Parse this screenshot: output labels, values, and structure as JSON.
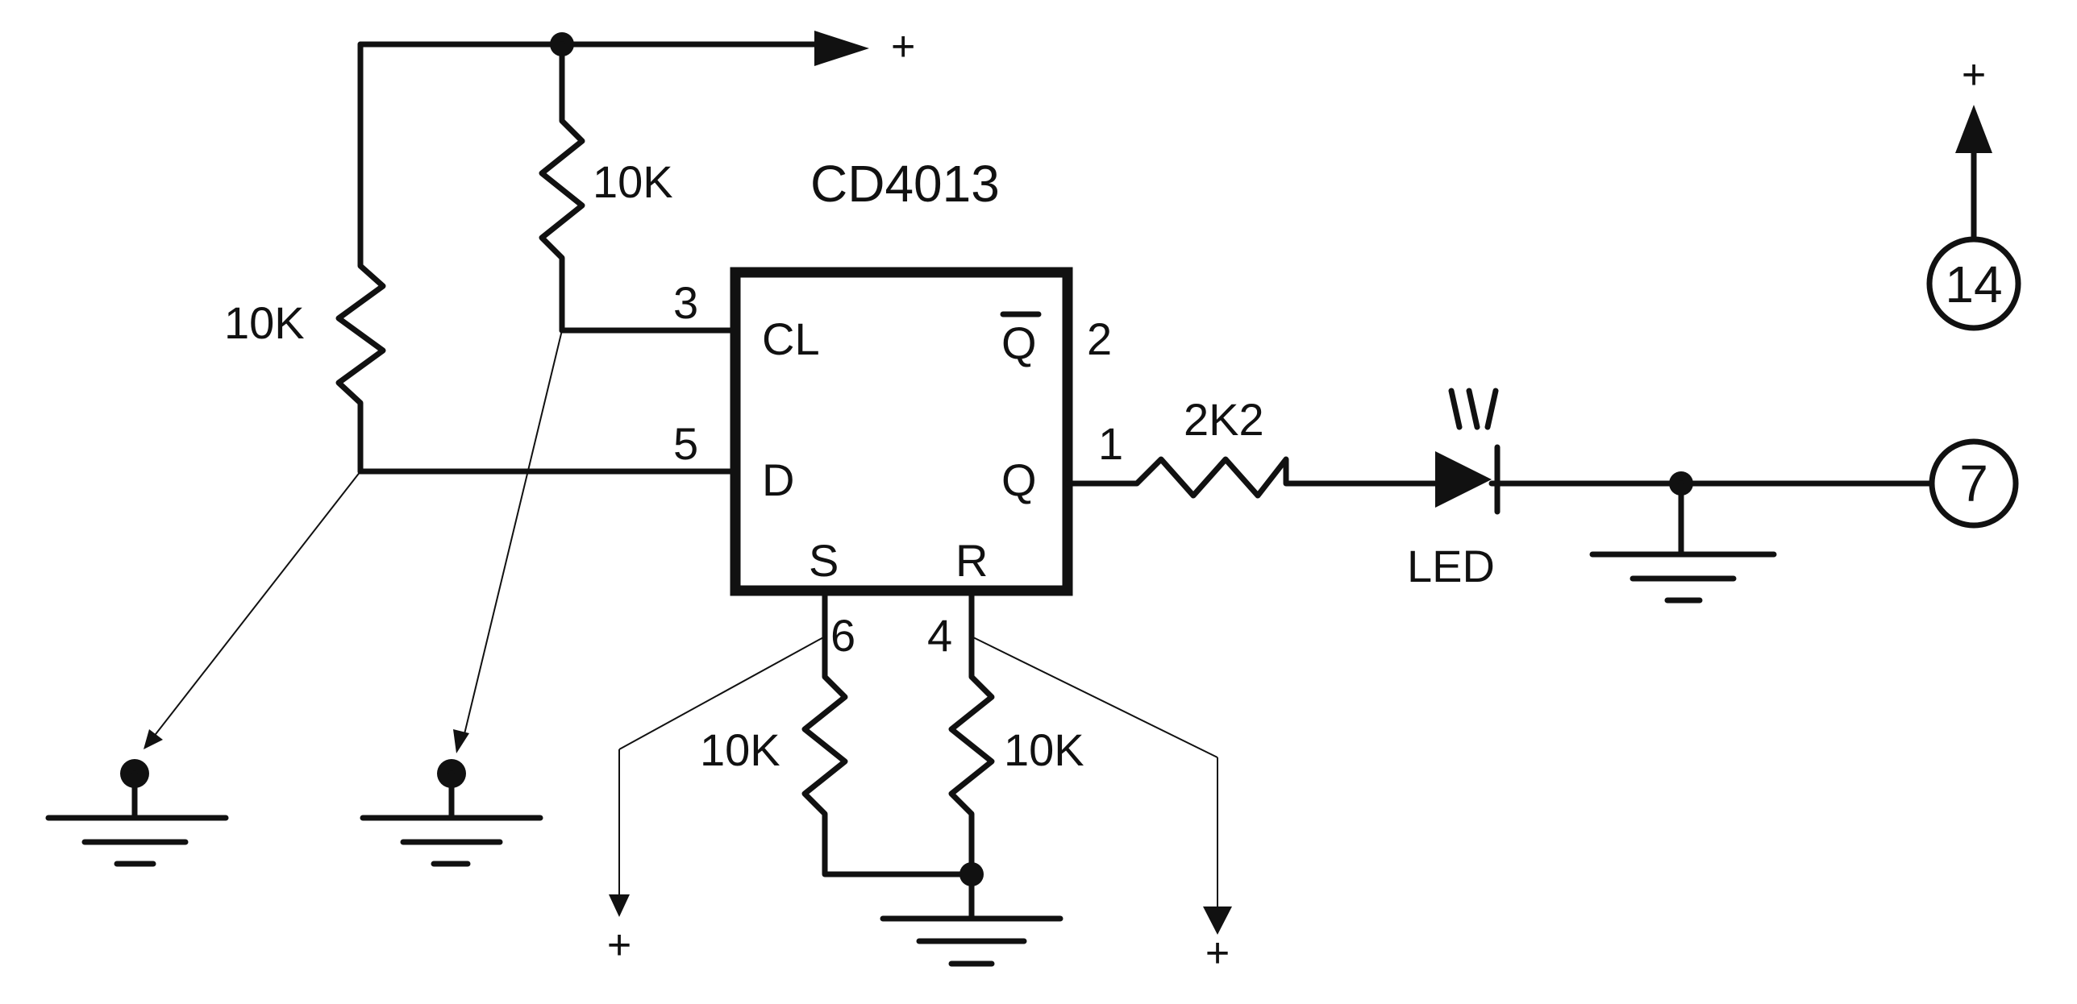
{
  "ic": {
    "name": "CD4013",
    "pins": {
      "cl": {
        "number": "3",
        "label": "CL"
      },
      "d": {
        "number": "5",
        "label": "D"
      },
      "qbar": {
        "number": "2",
        "label": "Q"
      },
      "q": {
        "number": "1",
        "label": "Q"
      },
      "s": {
        "number": "6",
        "label": "S"
      },
      "r": {
        "number": "4",
        "label": "R"
      }
    }
  },
  "resistors": {
    "r_left": "10K",
    "r_top": "10K",
    "r_series": "2K2",
    "r_s": "10K",
    "r_r": "10K"
  },
  "led": {
    "label": "LED"
  },
  "connectors": {
    "vdd_pin": "14",
    "gnd_pin": "7"
  },
  "supply": {
    "plus": "+"
  }
}
